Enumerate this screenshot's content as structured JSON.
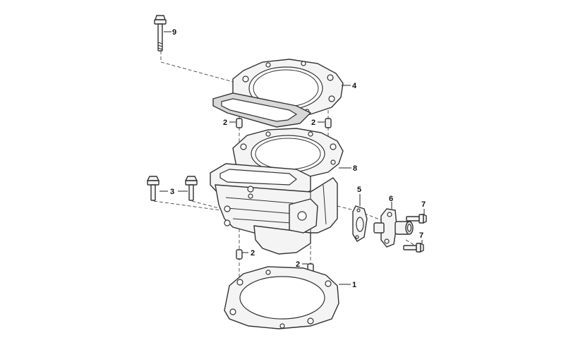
{
  "callouts": {
    "n1": "1",
    "n2a": "2",
    "n2b": "2",
    "n2c": "2",
    "n2d": "2",
    "n3": "3",
    "n4": "4",
    "n5": "5",
    "n6": "6",
    "n7a": "7",
    "n7b": "7",
    "n8": "8",
    "n9": "9"
  },
  "colors": {
    "line": "#333333",
    "fill": "#f4f4f4",
    "background": "#ffffff"
  }
}
